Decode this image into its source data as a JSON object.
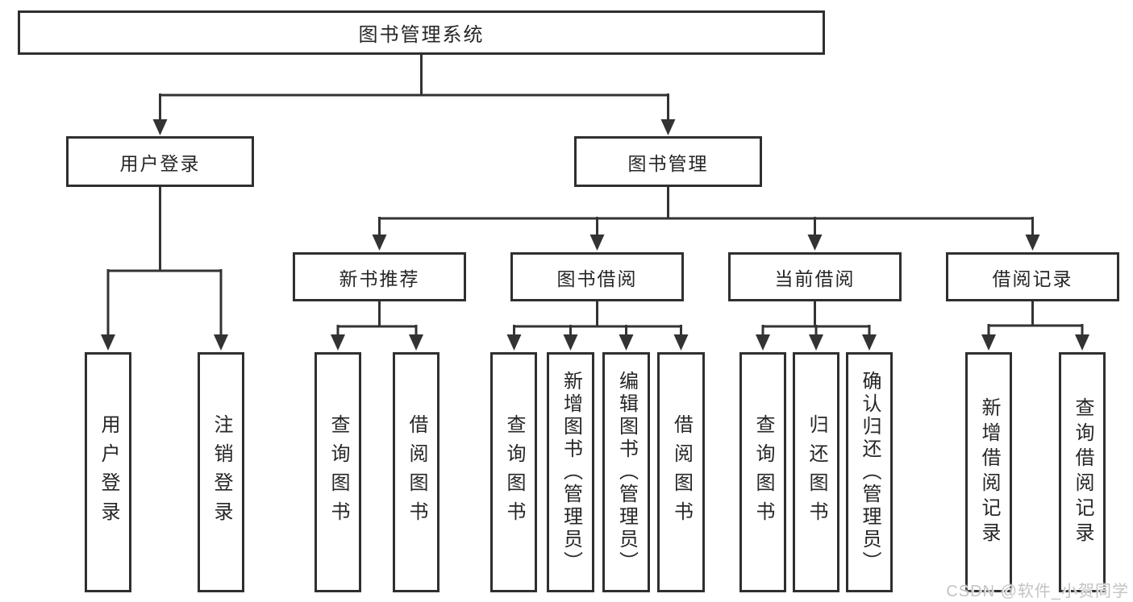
{
  "diagram": {
    "title": "图书管理系统"
  },
  "nodes": {
    "root": "图书管理系统",
    "user_login": "用户登录",
    "book_mgmt": "图书管理",
    "new_books": "新书推荐",
    "borrowing": "图书借阅",
    "current": "当前借阅",
    "records": "借阅记录",
    "leaf_user_login": "用户登录",
    "leaf_logout": "注销登录",
    "leaf_nb_query": "查询图书",
    "leaf_nb_borrow": "借阅图书",
    "leaf_bb_query": "查询图书",
    "leaf_bb_add": "新增图书（管理员）",
    "leaf_bb_edit": "编辑图书（管理员）",
    "leaf_bb_borrow": "借阅图书",
    "leaf_cb_query": "查询图书",
    "leaf_cb_return": "归还图书",
    "leaf_cb_confirm": "确认归还（管理员）",
    "leaf_br_add": "新增借阅记录",
    "leaf_br_query": "查询借阅记录"
  },
  "watermark": {
    "text": "CSDN @软件_小贺同学",
    "color": "#c3c3c3"
  },
  "colors": {
    "line": "#333333",
    "box_border": "#2f2f2f",
    "text": "#262626",
    "background": "#ffffff"
  }
}
